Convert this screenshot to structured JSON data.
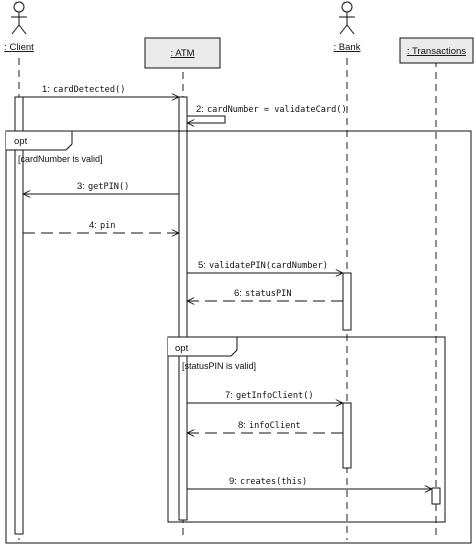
{
  "participants": [
    {
      "id": "client",
      "label": ": Client",
      "kind": "actor"
    },
    {
      "id": "atm",
      "label": ": ATM",
      "kind": "object"
    },
    {
      "id": "bank",
      "label": ": Bank",
      "kind": "actor"
    },
    {
      "id": "transactions",
      "label": ": Transactions",
      "kind": "object"
    }
  ],
  "messages": [
    {
      "num": "1:",
      "text": "cardDetected()",
      "type": "sync"
    },
    {
      "num": "2:",
      "text": "cardNumber = validateCard()",
      "type": "self"
    },
    {
      "num": "3:",
      "text": "getPIN()",
      "type": "sync"
    },
    {
      "num": "4:",
      "text": "pin",
      "type": "return"
    },
    {
      "num": "5:",
      "text": "validatePIN(cardNumber)",
      "type": "sync"
    },
    {
      "num": "6:",
      "text": "statusPIN",
      "type": "return"
    },
    {
      "num": "7:",
      "text": "getInfoClient()",
      "type": "sync"
    },
    {
      "num": "8:",
      "text": "infoClient",
      "type": "return"
    },
    {
      "num": "9:",
      "text": "creates(this)",
      "type": "sync"
    }
  ],
  "fragments": [
    {
      "operator": "opt",
      "guard": "[cardNumber is valid]"
    },
    {
      "operator": "opt",
      "guard": "[statusPIN is valid]"
    }
  ]
}
